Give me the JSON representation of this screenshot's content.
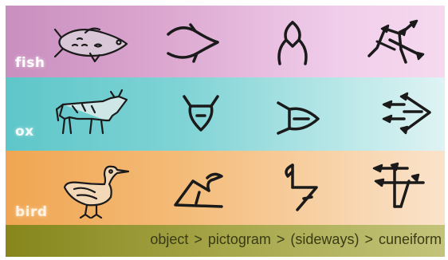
{
  "rows": [
    {
      "label": "fish",
      "stages": [
        "object",
        "pictogram",
        "sideways",
        "cuneiform"
      ]
    },
    {
      "label": "ox",
      "stages": [
        "object",
        "pictogram",
        "sideways",
        "cuneiform"
      ]
    },
    {
      "label": "bird",
      "stages": [
        "object",
        "pictogram",
        "sideways",
        "cuneiform"
      ]
    }
  ],
  "caption": {
    "step1": "object",
    "sep1": ">",
    "step2": "pictogram",
    "sep2": ">",
    "step3": "(sideways)",
    "sep3": ">",
    "step4": "cuneiform"
  },
  "colors": {
    "fish_band": "#d8a3cc",
    "ox_band": "#7fd3d5",
    "bird_band": "#f4bb78",
    "caption_band": "#a6a64a",
    "ink": "#1a1a1a"
  }
}
